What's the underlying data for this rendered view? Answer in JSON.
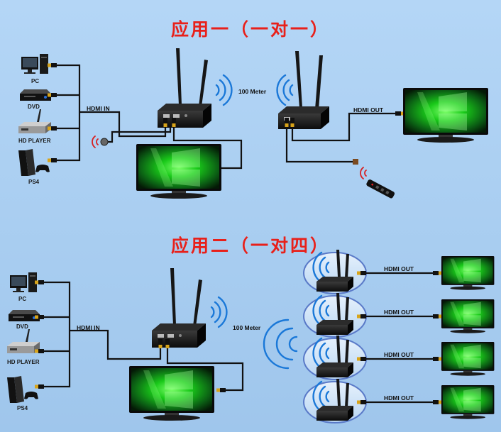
{
  "titles": {
    "app1": "应用一（一对一）",
    "app2": "应用二（一对四）"
  },
  "devices": {
    "pc": "PC",
    "dvd": "DVD",
    "hd_player": "HD PLAYER",
    "ps4": "PS4"
  },
  "labels": {
    "hdmi_in": "HDMI IN",
    "hdmi_out": "HDMI OUT",
    "distance": "100 Meter"
  },
  "colors": {
    "title": "#e8201a",
    "background": "#a9cdf0",
    "wifi": "#1a78d8",
    "cable": "#111111",
    "screen": "#19c919"
  }
}
